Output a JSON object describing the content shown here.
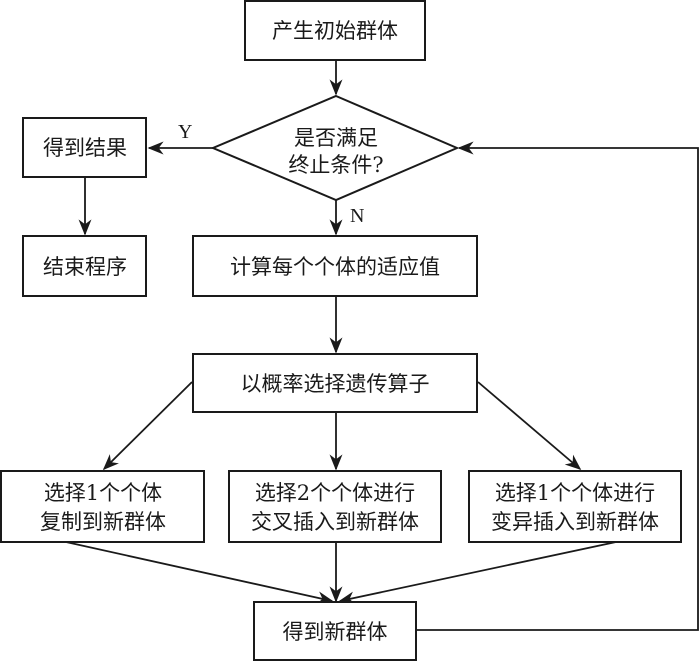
{
  "diagram": {
    "type": "flowchart",
    "colors": {
      "stroke": "#1a1a1a",
      "background": "#ffffff",
      "text": "#1a1a1a"
    },
    "nodes": {
      "start": {
        "lines": [
          "产生初始群体"
        ]
      },
      "decision": {
        "lines": [
          "是否满足",
          "终止条件?"
        ]
      },
      "result": {
        "lines": [
          "得到结果"
        ]
      },
      "end": {
        "lines": [
          "结束程序"
        ]
      },
      "fitness": {
        "lines": [
          "计算每个个体的适应值"
        ]
      },
      "select_op": {
        "lines": [
          "以概率选择遗传算子"
        ]
      },
      "copy": {
        "lines": [
          "选择1个个体",
          "复制到新群体"
        ]
      },
      "crossover": {
        "lines": [
          "选择2个个体进行",
          "交叉插入到新群体"
        ]
      },
      "mutation": {
        "lines": [
          "选择1个个体进行",
          "变异插入到新群体"
        ]
      },
      "new_pop": {
        "lines": [
          "得到新群体"
        ]
      }
    },
    "edge_labels": {
      "yes": "Y",
      "no": "N"
    },
    "edges": [
      {
        "from": "start",
        "to": "decision"
      },
      {
        "from": "decision",
        "to": "result",
        "label": "Y"
      },
      {
        "from": "result",
        "to": "end"
      },
      {
        "from": "decision",
        "to": "fitness",
        "label": "N"
      },
      {
        "from": "fitness",
        "to": "select_op"
      },
      {
        "from": "select_op",
        "to": "copy"
      },
      {
        "from": "select_op",
        "to": "crossover"
      },
      {
        "from": "select_op",
        "to": "mutation"
      },
      {
        "from": "copy",
        "to": "new_pop"
      },
      {
        "from": "crossover",
        "to": "new_pop"
      },
      {
        "from": "mutation",
        "to": "new_pop"
      },
      {
        "from": "new_pop",
        "to": "decision"
      }
    ]
  }
}
